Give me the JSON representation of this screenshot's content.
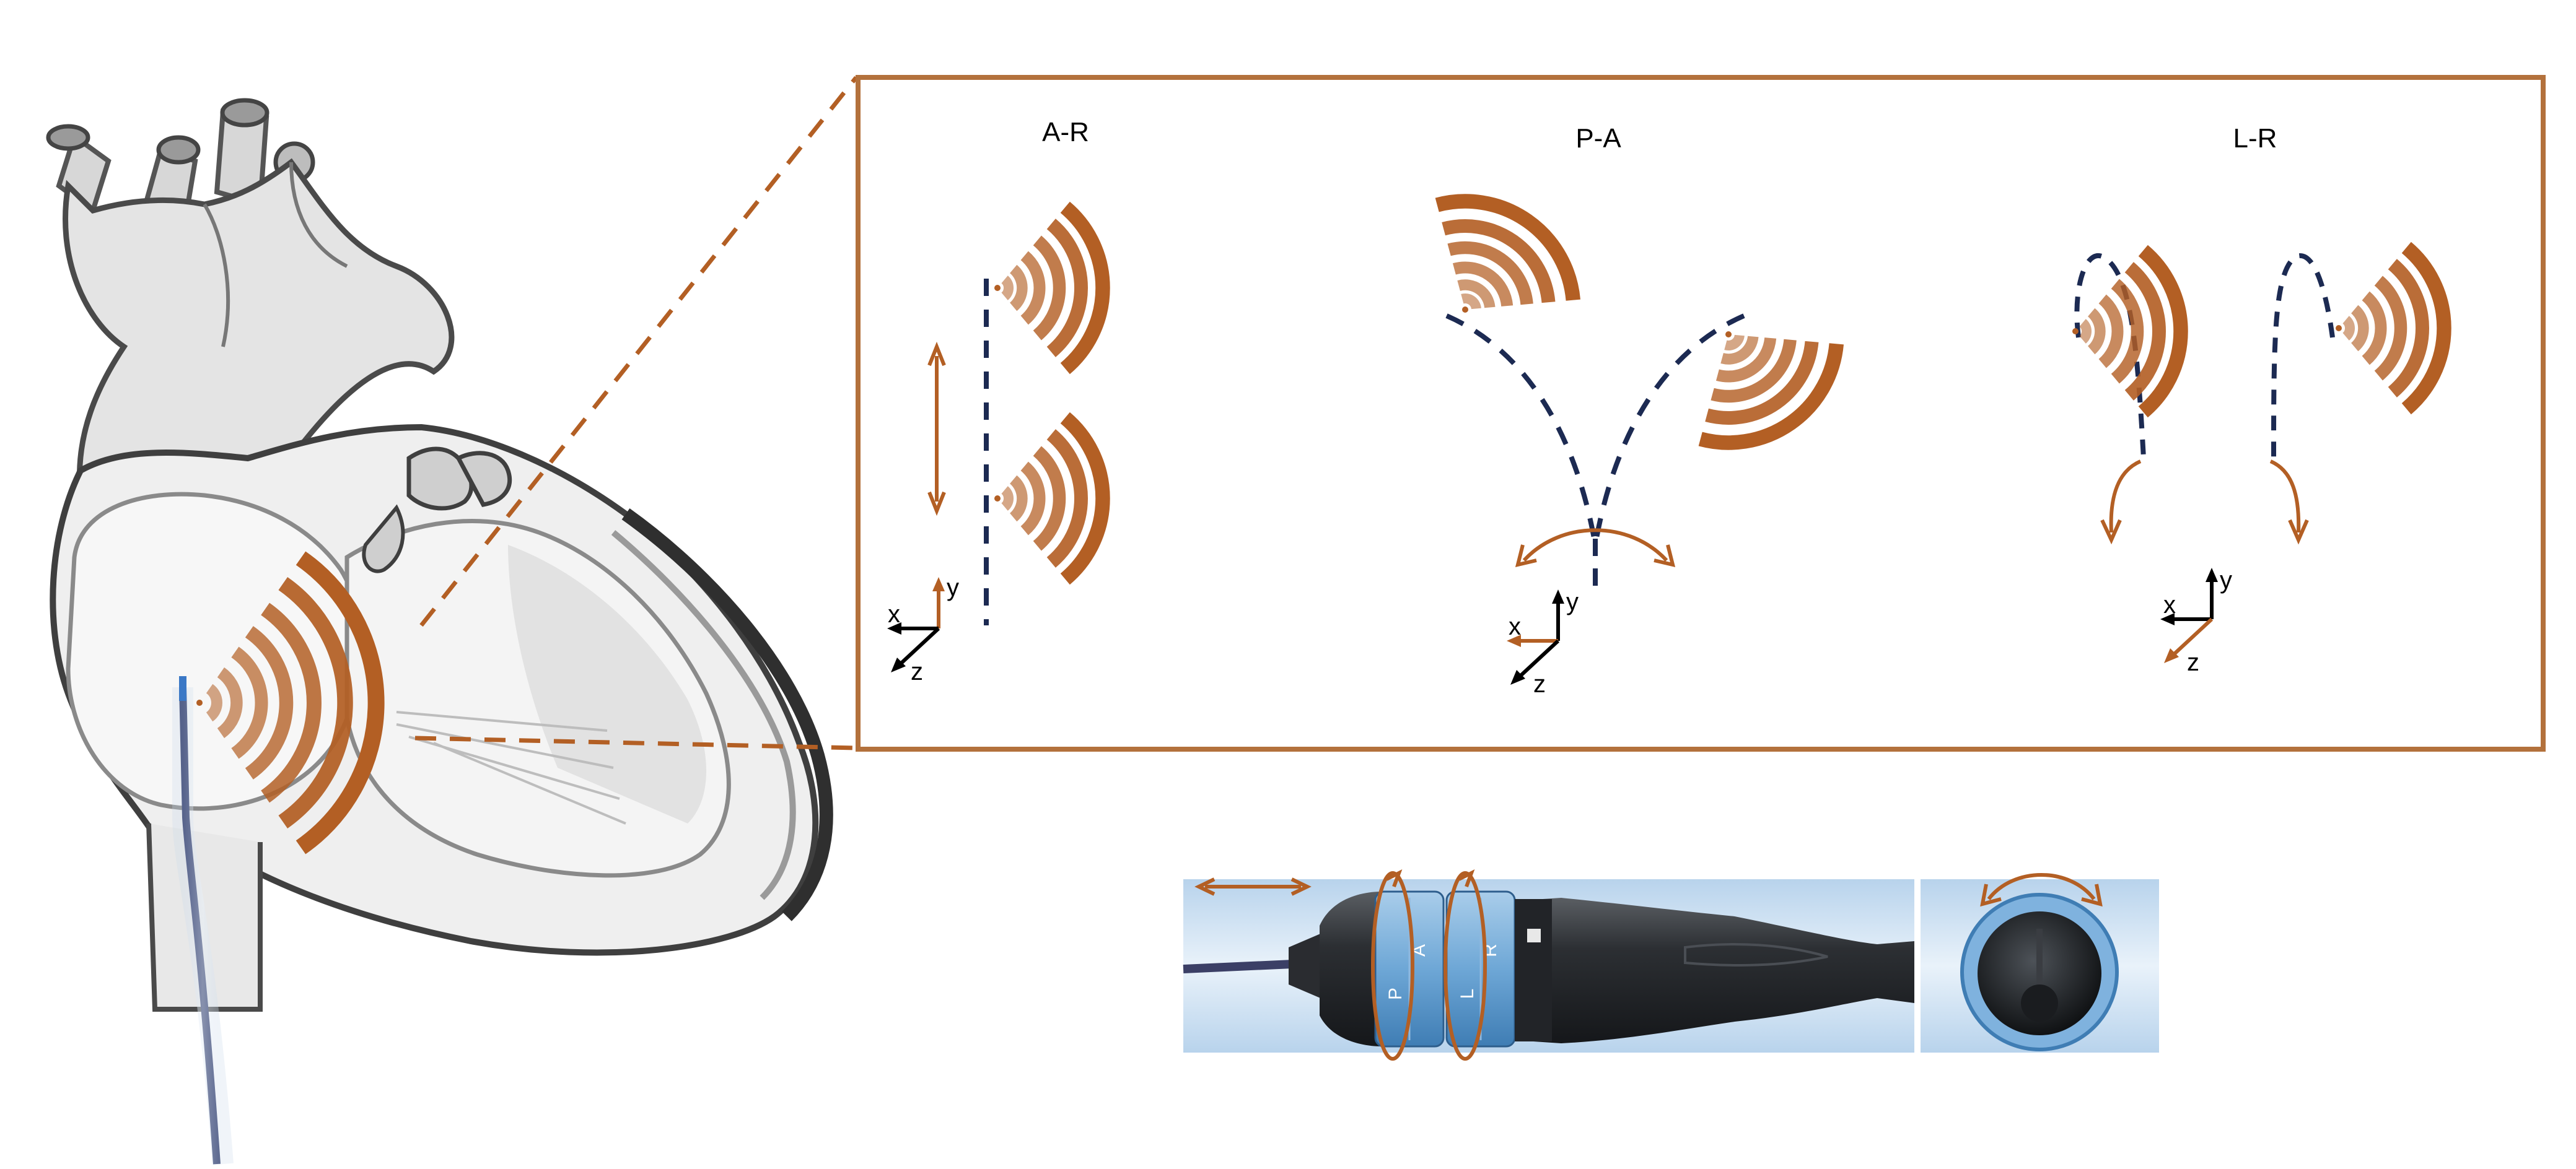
{
  "colors": {
    "accent": "#b35f24",
    "frame": "#b3713c",
    "catheter_path": "#1c2a52",
    "axis": "#000000",
    "handle_bg": "#cfe0f0",
    "handle_ring": "#8fb8de"
  },
  "panels": {
    "ar": {
      "label": "A-R",
      "axes": {
        "x": "x",
        "y": "y",
        "z": "z"
      }
    },
    "pa": {
      "label": "P-A",
      "axes": {
        "x": "x",
        "y": "y",
        "z": "z"
      }
    },
    "lr": {
      "label": "L-R",
      "axes": {
        "x": "x",
        "y": "y",
        "z": "z"
      }
    }
  },
  "handle": {
    "ring_labels": [
      "P",
      "A",
      "L",
      "R"
    ]
  },
  "icons": [
    "heart-illustration",
    "ultrasound-wave-icon",
    "double-arrow-icon",
    "curved-arrow-icon",
    "catheter-handle-image",
    "handle-end-view-image"
  ]
}
